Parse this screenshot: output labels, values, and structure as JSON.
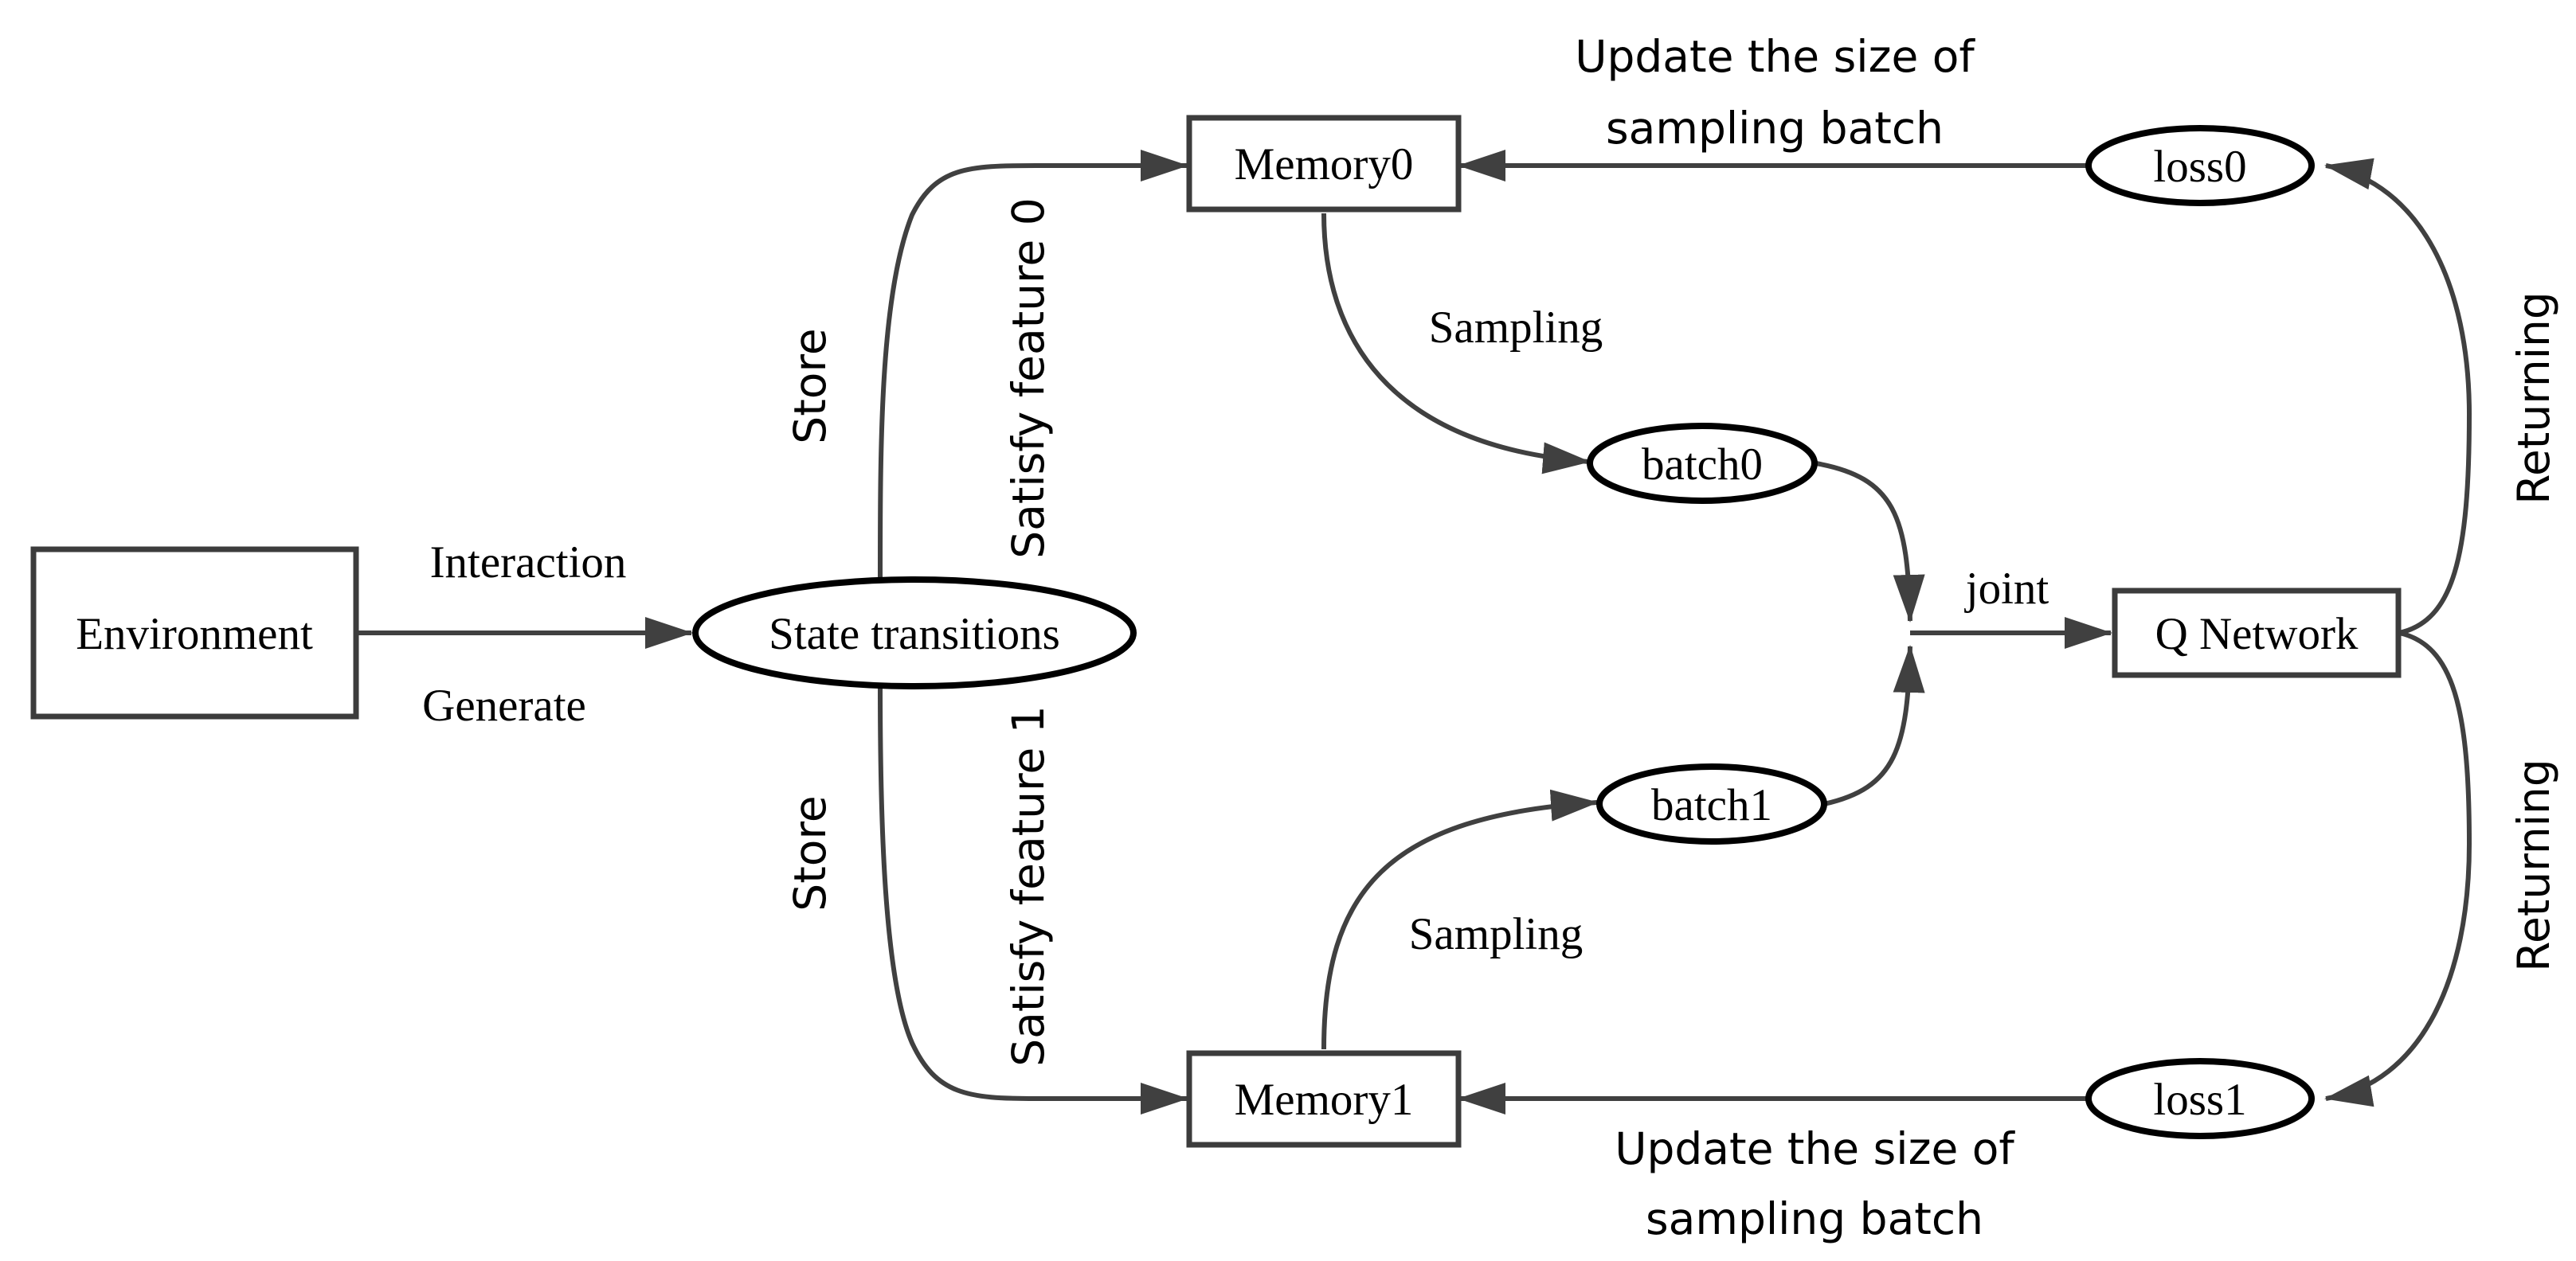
{
  "nodes": {
    "environment": "Environment",
    "state_transitions": "State transitions",
    "memory0": "Memory0",
    "memory1": "Memory1",
    "batch0": "batch0",
    "batch1": "batch1",
    "q_network": "Q Network",
    "loss0": "loss0",
    "loss1": "loss1"
  },
  "edges": {
    "interaction": "Interaction",
    "generate": "Generate",
    "store_top": "Store",
    "store_bottom": "Store",
    "satisfy_feature_0": "Satisfy  feature 0",
    "satisfy_feature_1": "Satisfy  feature 1",
    "sampling_top": "Sampling",
    "sampling_bottom": "Sampling",
    "joint": "joint",
    "returning_top": "Returning",
    "returning_bottom": "Returning",
    "update_top_line1": "Update the size of",
    "update_top_line2": "sampling batch",
    "update_bottom_line1": "Update the size of",
    "update_bottom_line2": "sampling batch"
  },
  "colors": {
    "stroke": "#404040",
    "text": "#000000",
    "background": "#ffffff"
  }
}
